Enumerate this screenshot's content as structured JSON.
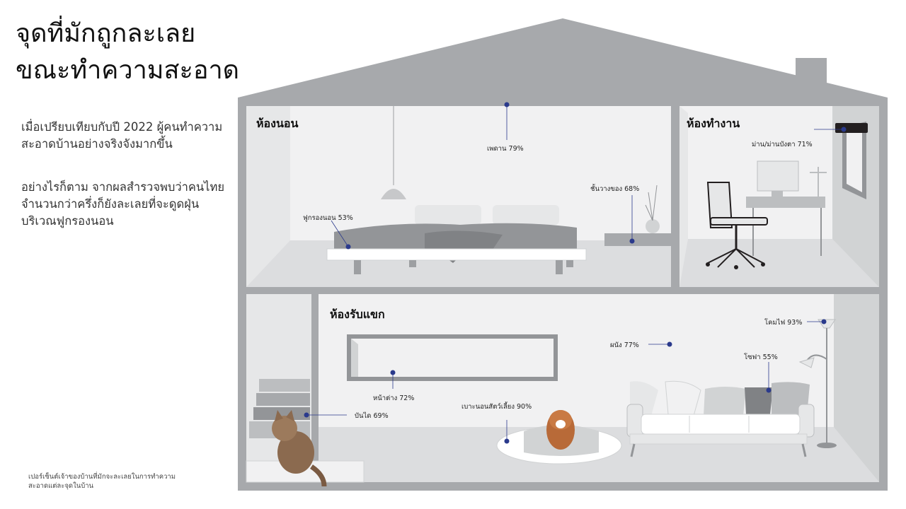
{
  "title": {
    "line1": "จุดที่มักถูกละเลย",
    "line2": "ขณะทำความสะอาด"
  },
  "intro": {
    "p1": "เมื่อเปรียบเทียบกับปี 2022 ผู้คนทำความสะอาดบ้านอย่างจริงจังมากขึ้น",
    "p2": "อย่างไรก็ตาม จากผลสำรวจพบว่าคนไทยจำนวนกว่าครึ่งก็ยังละเลยที่จะดูดฝุ่นบริเวณฟูกรองนอน"
  },
  "footnote": "เปอร์เซ็นต์เจ้าของบ้านที่มักจะละเลยในการทำความสะอาดแต่ละจุดในบ้าน",
  "rooms": {
    "bedroom": "ห้องนอน",
    "office": "ห้องทำงาน",
    "living": "ห้องรับแขก"
  },
  "spots": {
    "ceiling": "เพดาน 79%",
    "shelf": "ชั้นวางของ 68%",
    "mattress": "ฟูกรองนอน 53%",
    "blinds": "ม่าน/ม่านบังตา 71%",
    "lamp": "โคมไฟ 93%",
    "wall": "ผนัง 77%",
    "sofa": "โซฟา 55%",
    "window": "หน้าต่าง 72%",
    "petbed": "เบาะนอนสัตว์เลี้ยง 90%",
    "stairs": "บันได 69%"
  },
  "colors": {
    "house_frame": "#a7a9ac",
    "room_bg": "#f1f1f2",
    "floor": "#dcdddf",
    "marker": "#2b3a8c"
  }
}
